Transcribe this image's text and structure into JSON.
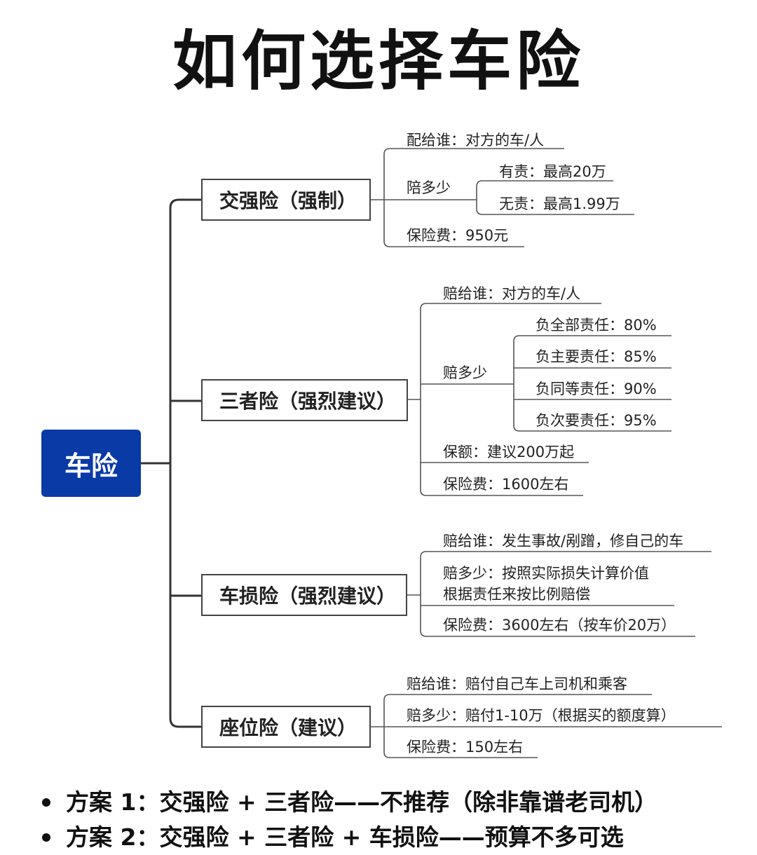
{
  "title": "如何选择车险",
  "root": "车险",
  "branches": [
    {
      "label": "交强险（强制）",
      "who": "配给谁：对方的车/人",
      "amount_label": "陪多少",
      "amount_items": [
        "有责：最高20万",
        "无责：最高1.99万"
      ],
      "premium": "保险费：950元"
    },
    {
      "label": "三者险（强烈建议）",
      "who": "赔给谁：对方的车/人",
      "amount_label": "赔多少",
      "amount_items": [
        "负全部责任：80%",
        "负主要责任：85%",
        "负同等责任：90%",
        "负次要责任：95%"
      ],
      "coverage": "保额：建议200万起",
      "premium": "保险费：1600左右"
    },
    {
      "label": "车损险（强烈建议）",
      "who": "赔给谁：发生事故/剐蹭，修自己的车",
      "amount_line1": "赔多少：按照实际损失计算价值",
      "amount_line2": "根据责任来按比例赔偿",
      "premium": "保险费：3600左右（按车价20万）"
    },
    {
      "label": "座位险（建议）",
      "who": "赔给谁：赔付自己车上司机和乘客",
      "amount": "赔多少：赔付1-10万（根据买的额度算）",
      "premium": "保险费：150左右"
    }
  ],
  "plans": [
    "方案 1：交强险 + 三者险——不推荐（除非靠谱老司机）",
    "方案 2：交强险 + 三者险 + 车损险——预算不多可选"
  ]
}
